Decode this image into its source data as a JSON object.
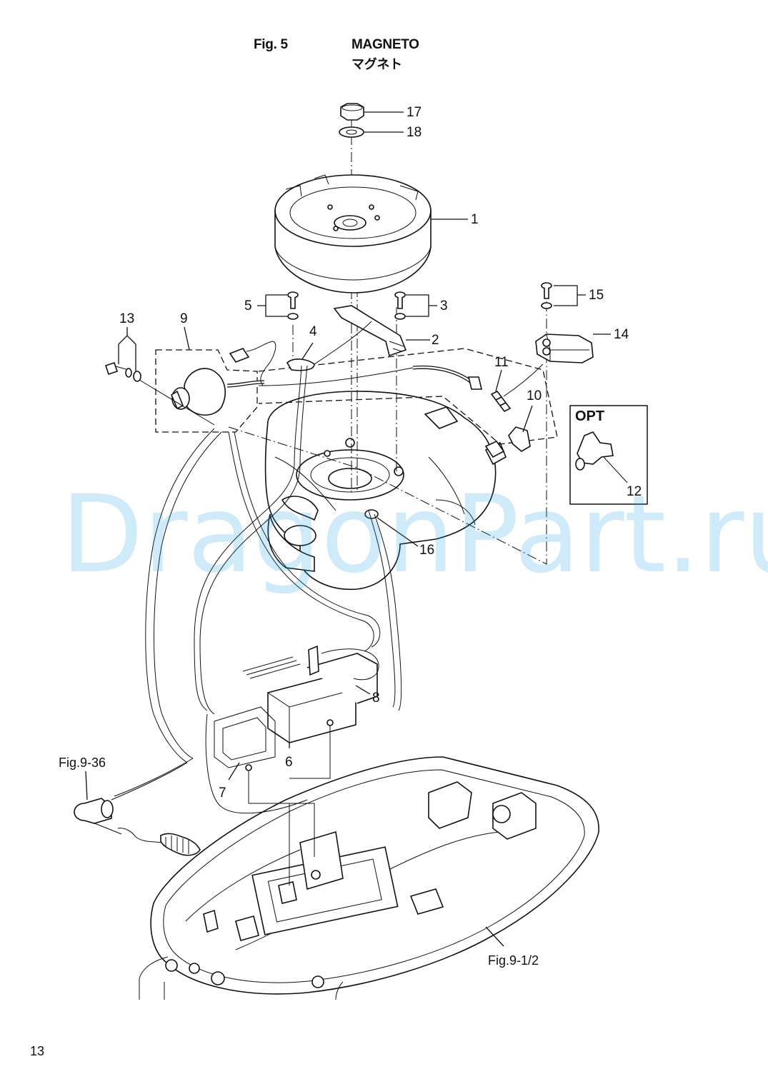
{
  "header": {
    "fig_label": "Fig. 5",
    "title": "MAGNETO",
    "title_jp": "マグネト"
  },
  "watermark": "DragonPart.ru",
  "callouts": {
    "c1": "1",
    "c2": "2",
    "c3": "3",
    "c4": "4",
    "c5": "5",
    "c6": "6",
    "c7": "7",
    "c8": "8",
    "c9": "9",
    "c10": "10",
    "c11": "11",
    "c12": "12",
    "c13": "13",
    "c14": "14",
    "c15": "15",
    "c16": "16",
    "c17": "17",
    "c18": "18"
  },
  "option_box": {
    "label": "OPT"
  },
  "references": {
    "kill_switch": "Fig.9-36",
    "lower_cover": "Fig.9-1/2"
  },
  "page_number": "13",
  "colors": {
    "line": "#111111",
    "watermark": "#2aa5e8"
  }
}
